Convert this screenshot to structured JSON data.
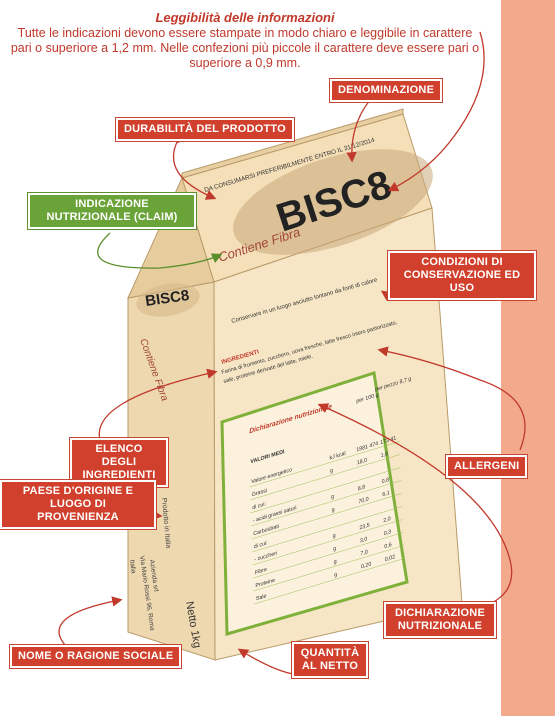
{
  "intro": {
    "title": "Leggibilità delle informazioni",
    "body": "Tutte le indicazioni devono essere stampate in modo chiaro e leggibile in carattere pari o superiore a 1,2 mm. Nelle confezioni più piccole il carattere deve essere pari o superiore a 0,9 mm."
  },
  "labels": {
    "denominazione": "DENOMINAZIONE",
    "durabilita": "DURABILITÀ DEL PRODOTTO",
    "claim": "INDICAZIONE NUTRIZIONALE (CLAIM)",
    "conservazione": "CONDIZIONI DI CONSERVAZIONE ED USO",
    "ingredienti": "ELENCO DEGLI INGREDIENTI",
    "allergeni": "ALLERGENI",
    "origine": "PAESE D'ORIGINE E LUOGO DI PROVENIENZA",
    "nome": "NOME O RAGIONE SOCIALE",
    "quantita": "QUANTITÀ AL NETTO",
    "dichiarazione": "DICHIARAZIONE NUTRIZIONALE"
  },
  "box": {
    "expiry_text": "DA CONSUMARSI PREFERIBILMENTE ENTRO IL 31/12/2014",
    "brand": "BISC8",
    "claim_text": "Contiene Fibra",
    "storage_text": "Conservare in un luogo asciutto lontano da fonti di calore",
    "ingredients_title": "INGREDIENTI",
    "ingredients_line1": "Farina di frumento, zucchero, uova fresche, latte fresco intero pastorizzato,",
    "ingredients_line2": "sale, proteine derivate del latte, miele.",
    "origin_text": "Prodotto in Italia",
    "company_line1": "Azienda srl",
    "company_line2": "Via Mario Rossi 96, Roma",
    "company_line3": "Italia",
    "net_qty": "Netto 1kg"
  },
  "nutrition": {
    "title": "Dichiarazione nutrizionale",
    "col_100g": "per 100 g",
    "col_portion": "per pezzo 8,7 g",
    "header": "VALORI MEDI",
    "rows": [
      {
        "label": "Valore energetico",
        "unit": "kJ kcal",
        "v100": "1981 474",
        "vp": "173 41"
      },
      {
        "label": "Grassi",
        "unit": "g",
        "v100": "18,0",
        "vp": "1,6"
      },
      {
        "label": "di cui:",
        "unit": "",
        "v100": "",
        "vp": ""
      },
      {
        "label": "- acidi grassi saturi",
        "unit": "g",
        "v100": "8,8",
        "vp": "0,8"
      },
      {
        "label": "Carboidrati",
        "unit": "g",
        "v100": "70,0",
        "vp": "6,1"
      },
      {
        "label": "di cui:",
        "unit": "",
        "v100": "",
        "vp": ""
      },
      {
        "label": "- zuccheri",
        "unit": "g",
        "v100": "23,5",
        "vp": "2,0"
      },
      {
        "label": "Fibre",
        "unit": "g",
        "v100": "3,0",
        "vp": "0,3"
      },
      {
        "label": "Proteine",
        "unit": "g",
        "v100": "7,0",
        "vp": "0,6"
      },
      {
        "label": "Sale",
        "unit": "g",
        "v100": "0,20",
        "vp": "0,02"
      }
    ]
  },
  "colors": {
    "accent_red": "#d0402c",
    "claim_green": "#6aa338",
    "box_front": "#f7e6c6",
    "box_side": "#eed8b0",
    "side_band": "#f3a98b"
  }
}
